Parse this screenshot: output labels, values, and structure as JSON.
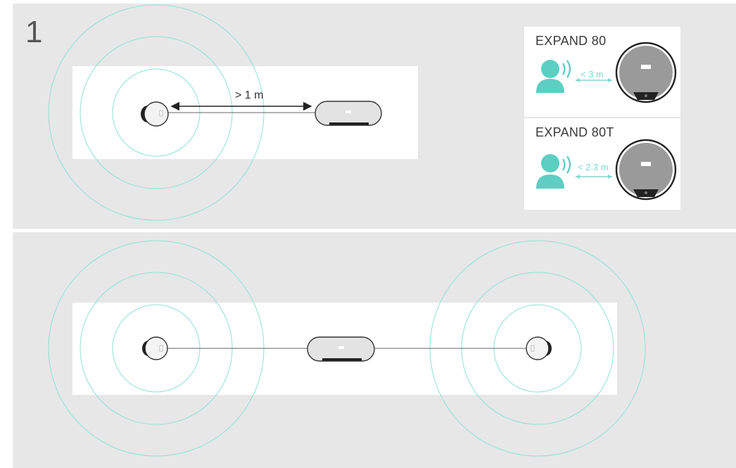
{
  "step": {
    "number": "1"
  },
  "top_diagram": {
    "distance_label": "> 1 m"
  },
  "legend": {
    "cards": [
      {
        "model": "EXPAND 80",
        "distance": "< 3 m"
      },
      {
        "model": "EXPAND 80T",
        "distance": "< 2.3 m"
      }
    ]
  },
  "colors": {
    "panel_bg": "#e7e7e7",
    "range_ring": "#8fe0d6",
    "accent_teal": "#5ccfc2",
    "device_dark": "#2b2b2b"
  }
}
